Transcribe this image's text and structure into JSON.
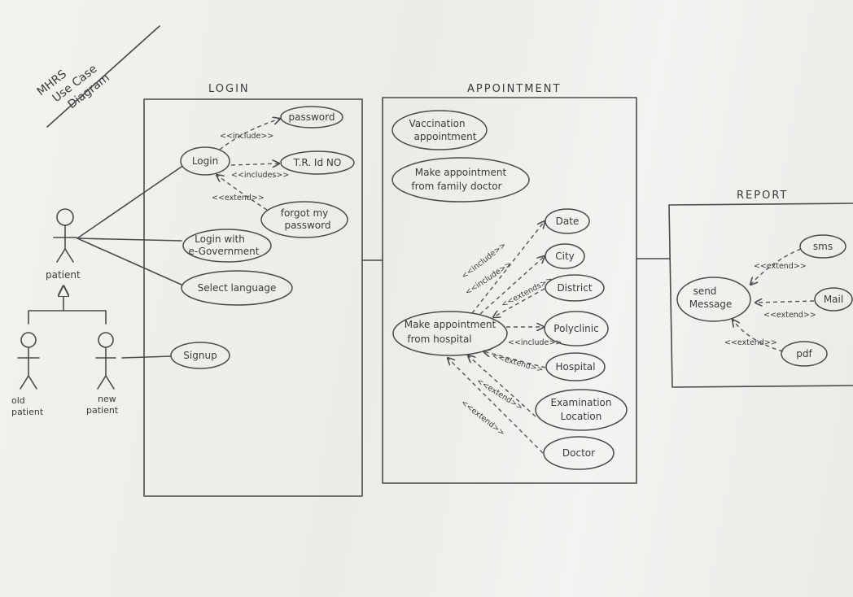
{
  "title": [
    "MHRS",
    "Use Case",
    "Diagram"
  ],
  "sections": {
    "login": "LOGIN",
    "appointment": "APPOINTMENT",
    "report": "REPORT"
  },
  "actors": {
    "patient": "patient",
    "old_patient": [
      "old",
      "patient"
    ],
    "new_patient": [
      "new",
      "patient"
    ]
  },
  "use_cases": {
    "login": [
      "Login"
    ],
    "password": [
      "password"
    ],
    "tr_id": [
      "T.R. Id NO"
    ],
    "forgot": [
      "forgot my",
      "password"
    ],
    "egov": [
      "Login with",
      "e-Government"
    ],
    "lang": [
      "Select language"
    ],
    "signup": [
      "Signup"
    ],
    "vaccination": [
      "Vaccination",
      "appointment"
    ],
    "family": [
      "Make appointment",
      "from family doctor"
    ],
    "hospital_appt": [
      "Make appointment",
      "from hospital"
    ],
    "date": [
      "Date"
    ],
    "city": [
      "City"
    ],
    "district": [
      "District"
    ],
    "polyclinic": [
      "Polyclinic"
    ],
    "hospital": [
      "Hospital"
    ],
    "exam": [
      "Examination",
      "Location"
    ],
    "doctor": [
      "Doctor"
    ],
    "send": [
      "send",
      "Message"
    ],
    "sms": [
      "sms"
    ],
    "mail": [
      "Mail"
    ],
    "pdf": [
      "pdf"
    ]
  },
  "relations": {
    "include": "<<include>>",
    "includes": "<<includes>>",
    "extend": "<<extend>>",
    "extends": "<<extends>>"
  }
}
